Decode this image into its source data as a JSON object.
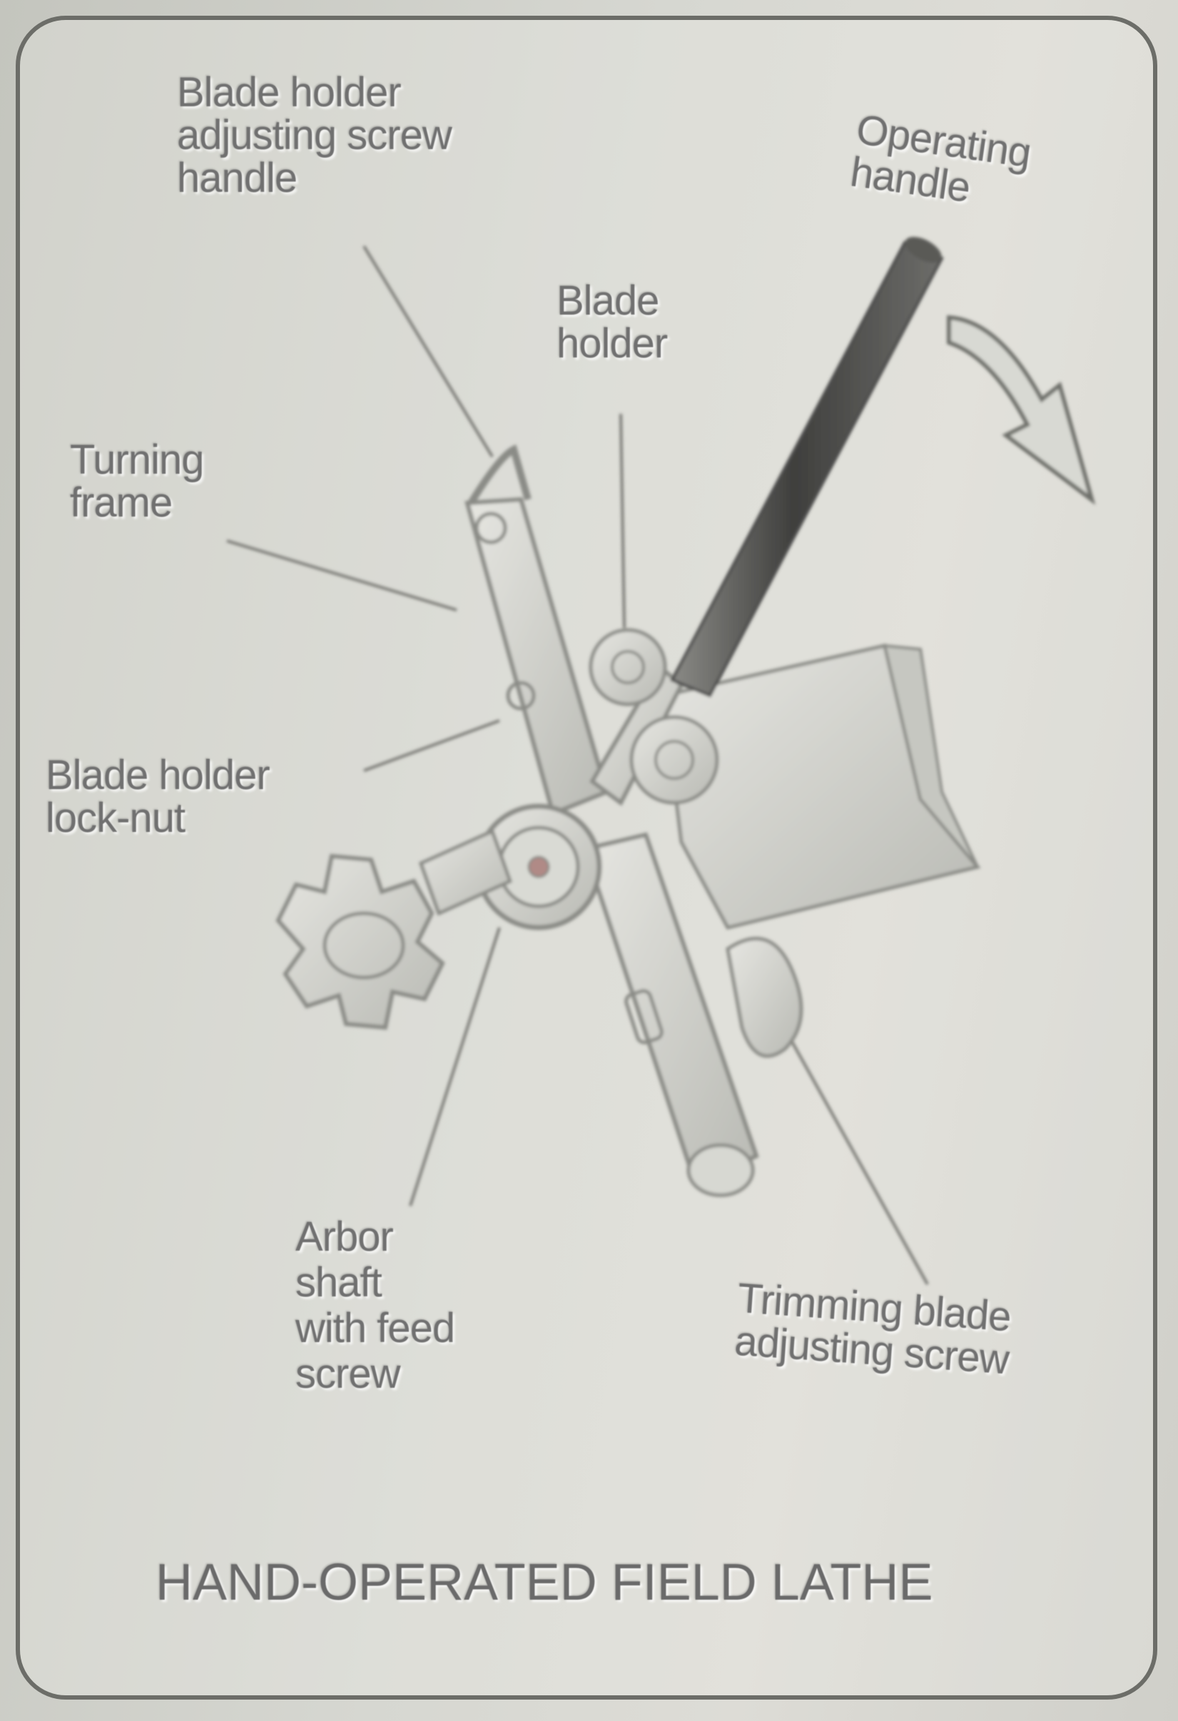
{
  "labels": {
    "blade_holder_adjusting_screw_handle": "Blade holder\nadjusting screw\nhandle",
    "operating_handle": "Operating\nhandle",
    "blade_holder": "Blade\nholder",
    "turning_frame": "Turning\nframe",
    "blade_holder_lock_nut": "Blade holder\nlock-nut",
    "arbor_shaft": "Arbor\nshaft\nwith feed\nscrew",
    "trimming_blade_adjusting_screw": "Trimming blade\nadjusting screw",
    "title": "HAND-OPERATED FIELD LATHE"
  },
  "colors": {
    "background": "#cfd0ca",
    "border": "#6c6d68",
    "text": "#707070",
    "handle_dark": "#4a4a48"
  }
}
